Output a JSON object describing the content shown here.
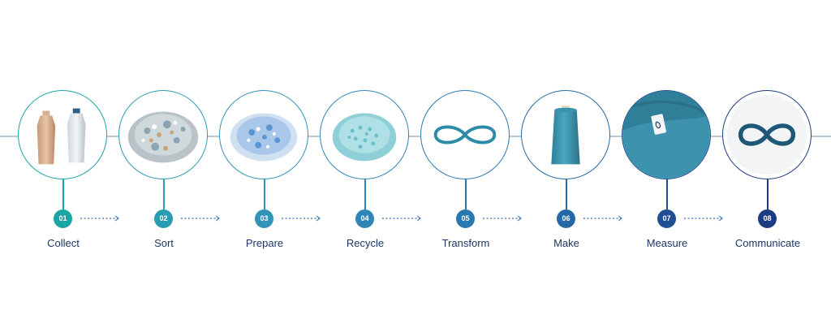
{
  "steps": [
    {
      "number": "01",
      "label": "Collect",
      "color": "#1aa5a3",
      "image": "plastic-bottles-icon"
    },
    {
      "number": "02",
      "label": "Sort",
      "color": "#2b9db0",
      "image": "plastic-flakes-icon"
    },
    {
      "number": "03",
      "label": "Prepare",
      "color": "#3293b8",
      "image": "blue-flakes-icon"
    },
    {
      "number": "04",
      "label": "Recycle",
      "color": "#2f86b6",
      "image": "pellets-icon"
    },
    {
      "number": "05",
      "label": "Transform",
      "color": "#2a78b0",
      "image": "infinity-thread-icon"
    },
    {
      "number": "06",
      "label": "Make",
      "color": "#2469a5",
      "image": "yarn-spool-icon"
    },
    {
      "number": "07",
      "label": "Measure",
      "color": "#1f4e92",
      "image": "fabric-tag-icon"
    },
    {
      "number": "08",
      "label": "Communicate",
      "color": "#1c3c82",
      "image": "infinity-logo-icon"
    }
  ],
  "connector_color": "#5b86b5"
}
